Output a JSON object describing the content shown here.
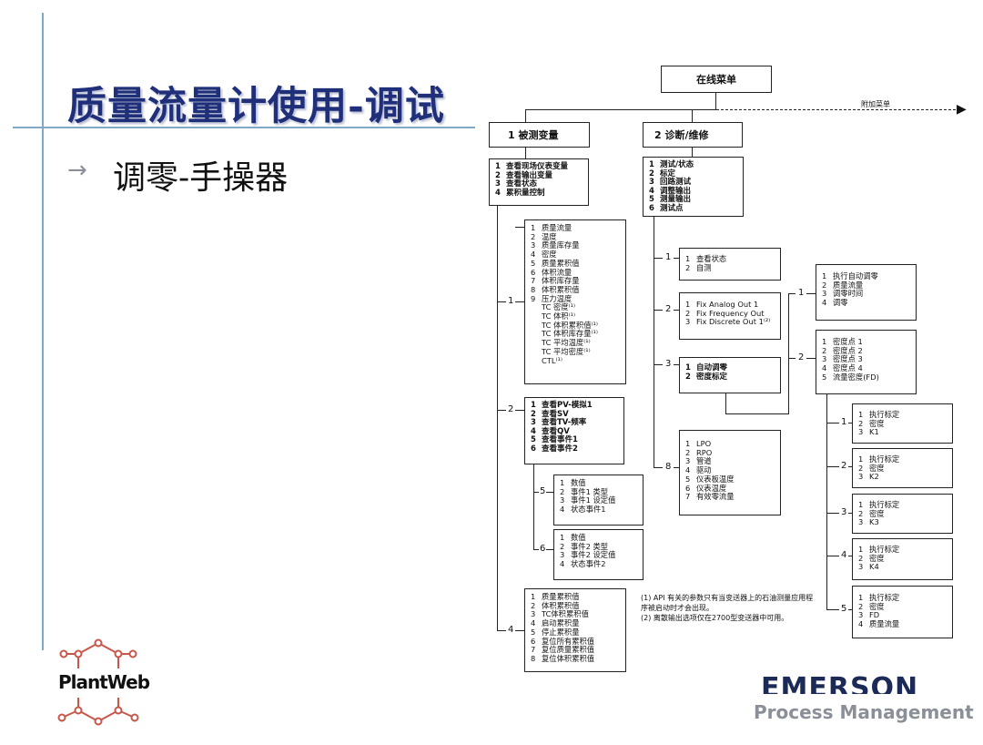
{
  "slide": {
    "title": "质量流量计使用-调试",
    "bullet_arrow": "→",
    "bullet_text": "调零-手操器"
  },
  "diagram": {
    "root": "在线菜单",
    "extra_menu": "附加菜单",
    "group1": {
      "header": "1 被测变量",
      "items": [
        "查看现场仪表变量",
        "查看输出变量",
        "查看状态",
        "累积量控制"
      ],
      "sub1": [
        "质量流量",
        "温度",
        "质量库存量",
        "密度",
        "质量累积值",
        "体积流量",
        "体积库存量",
        "体积累积值",
        "压力温度",
        "TC 密度⁽¹⁾",
        "TC 体积⁽¹⁾",
        "TC 体积累积值⁽¹⁾",
        "TC 体积库存量⁽¹⁾",
        "TC 平均温度⁽¹⁾",
        "TC 平均密度⁽¹⁾",
        "CTL⁽¹⁾"
      ],
      "sub2": [
        "查看PV-模拟1",
        "查看SV",
        "查看TV-频率",
        "查看QV",
        "查看事件1",
        "查看事件2"
      ],
      "sub2_5": [
        "数值",
        "事件1 类型",
        "事件1 设定值",
        "状态事件1"
      ],
      "sub2_6": [
        "数值",
        "事件2 类型",
        "事件2 设定值",
        "状态事件2"
      ],
      "sub4": [
        "质量累积值",
        "体积累积值",
        "TC体积累积值",
        "启动累积量",
        "停止累积量",
        "复位所有累积值",
        "复位质量累积值",
        "复位体积累积值"
      ]
    },
    "group2": {
      "header": "2 诊断/维修",
      "items": [
        "测试/状态",
        "标定",
        "回路测试",
        "调整输出",
        "测量输出",
        "测试点"
      ],
      "sub1": [
        "查看状态",
        "自测"
      ],
      "sub2": [
        "Fix Analog Out 1",
        "Fix Frequency Out",
        "Fix Discrete Out 1⁽²⁾"
      ],
      "sub3": [
        "自动调零",
        "密度标定"
      ],
      "sub8": [
        "LPO",
        "RPO",
        "管道",
        "驱动",
        "仪表板温度",
        "仪表温度",
        "有效零流量"
      ],
      "sub3_1": [
        "执行自动调零",
        "质量流量",
        "调零时间",
        "调零"
      ],
      "sub3_2": [
        "密度点 1",
        "密度点 2",
        "密度点 3",
        "密度点 4",
        "流量密度(FD)"
      ],
      "k1": [
        "执行标定",
        "密度",
        "K1"
      ],
      "k2": [
        "执行标定",
        "密度",
        "K2"
      ],
      "k3": [
        "执行标定",
        "密度",
        "K3"
      ],
      "k4": [
        "执行标定",
        "密度",
        "K4"
      ],
      "fd": [
        "执行标定",
        "密度",
        "FD",
        "质量流量"
      ]
    },
    "branch_labels": {
      "g1": [
        "1",
        "2",
        "5",
        "6",
        "4"
      ],
      "g2": [
        "1",
        "2",
        "3",
        "8"
      ],
      "g3": [
        "1",
        "2"
      ],
      "k": [
        "1",
        "2",
        "3",
        "4",
        "5"
      ]
    },
    "notes": [
      "(1) API 有关的参数只有当变送器上的石油测量应用程序被启动时才会出现。",
      "(2) 离散输出选项仅在2700型变送器中可用。"
    ]
  },
  "logos": {
    "plantweb": "PlantWeb",
    "emerson": "EMERSON",
    "process_management": "Process Management"
  }
}
